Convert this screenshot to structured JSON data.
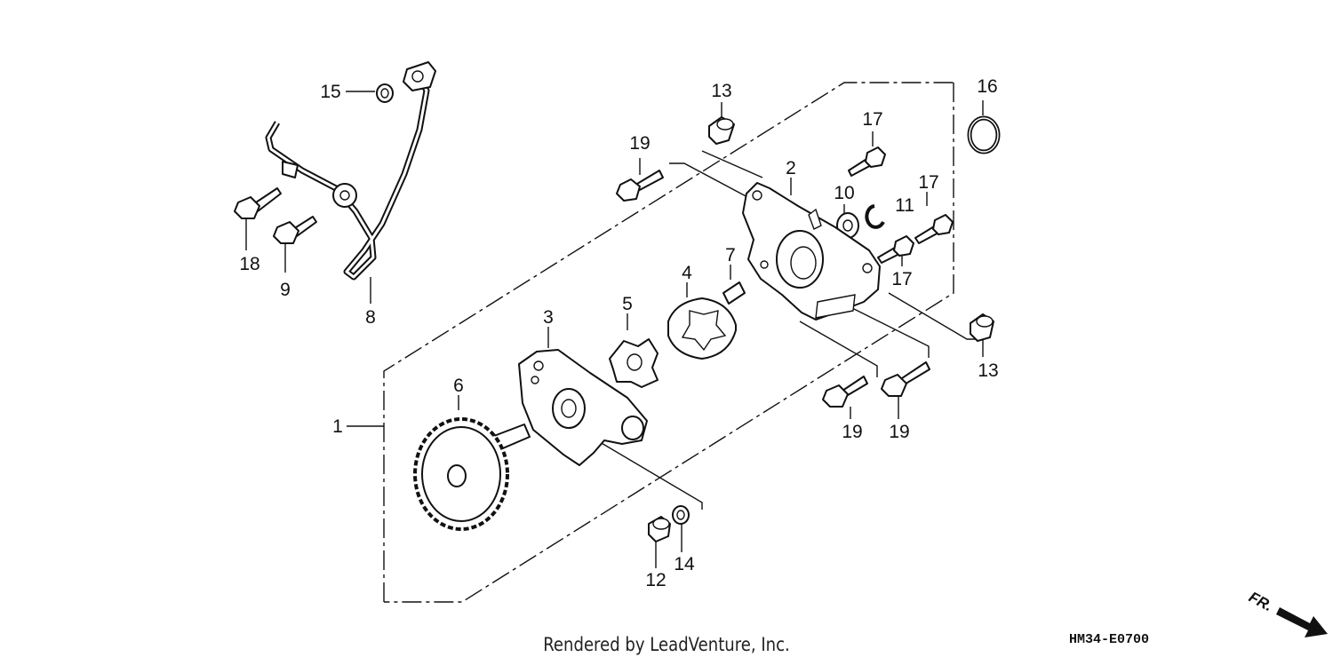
{
  "diagram": {
    "callouts": [
      {
        "id": "c1",
        "label": "1"
      },
      {
        "id": "c2",
        "label": "2"
      },
      {
        "id": "c3",
        "label": "3"
      },
      {
        "id": "c4",
        "label": "4"
      },
      {
        "id": "c5",
        "label": "5"
      },
      {
        "id": "c6",
        "label": "6"
      },
      {
        "id": "c7",
        "label": "7"
      },
      {
        "id": "c8",
        "label": "8"
      },
      {
        "id": "c9",
        "label": "9"
      },
      {
        "id": "c10",
        "label": "10"
      },
      {
        "id": "c11",
        "label": "11"
      },
      {
        "id": "c12",
        "label": "12"
      },
      {
        "id": "c13a",
        "label": "13"
      },
      {
        "id": "c13b",
        "label": "13"
      },
      {
        "id": "c14",
        "label": "14"
      },
      {
        "id": "c15",
        "label": "15"
      },
      {
        "id": "c16",
        "label": "16"
      },
      {
        "id": "c17a",
        "label": "17"
      },
      {
        "id": "c17b",
        "label": "17"
      },
      {
        "id": "c17c",
        "label": "17"
      },
      {
        "id": "c18",
        "label": "18"
      },
      {
        "id": "c19a",
        "label": "19"
      },
      {
        "id": "c19b",
        "label": "19"
      },
      {
        "id": "c19c",
        "label": "19"
      }
    ],
    "direction_label": "FR.",
    "diagram_code": "HM34-E0700"
  },
  "footer": {
    "credit": "Rendered by LeadVenture, Inc."
  }
}
